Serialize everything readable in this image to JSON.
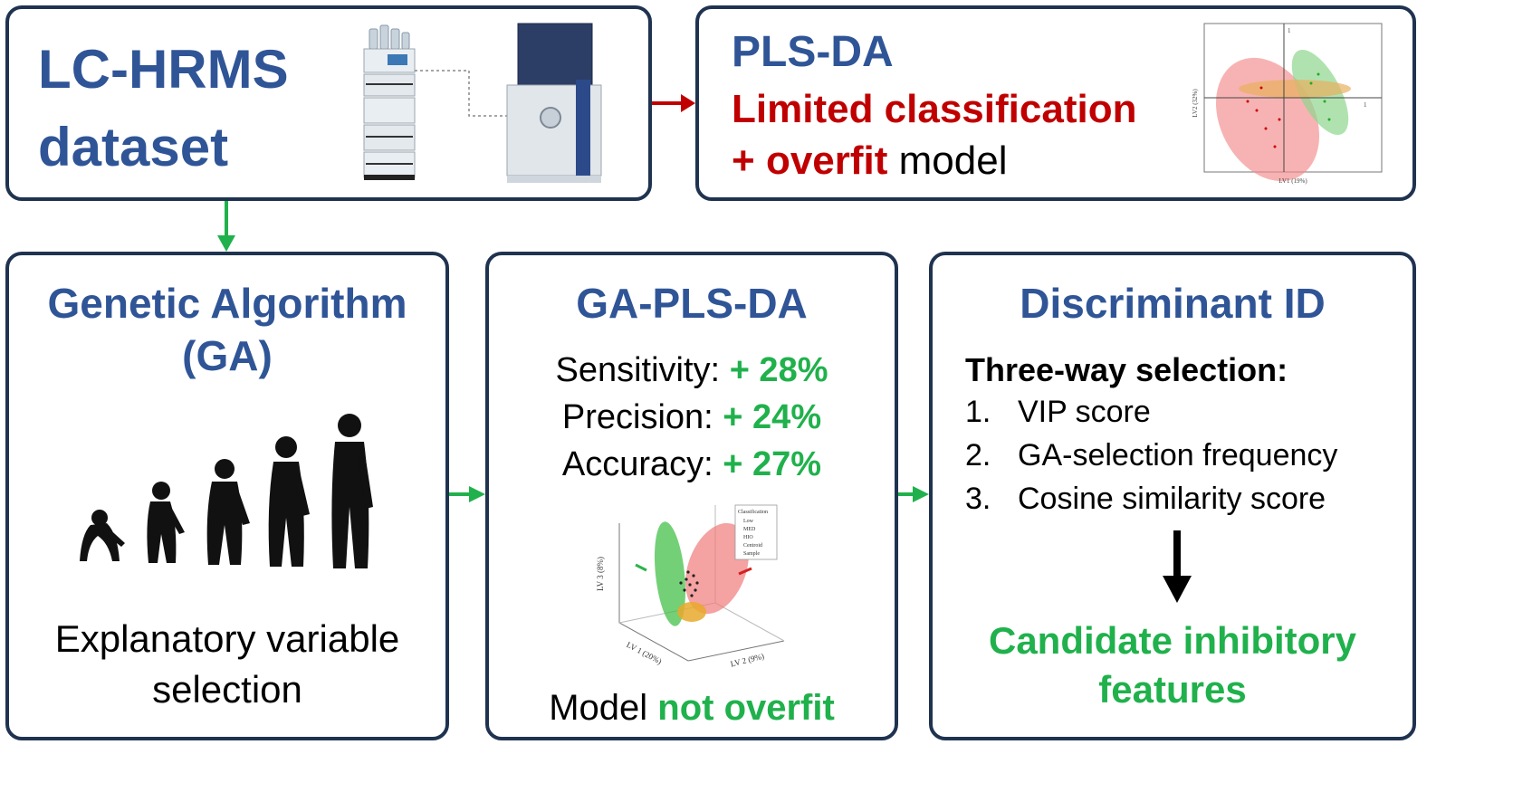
{
  "lchrms": {
    "title_line1": "LC-HRMS",
    "title_line2": "dataset"
  },
  "plsda": {
    "title": "PLS-DA",
    "line1": "Limited classification",
    "line2_plus": "+",
    "line2_overfit": "overfit",
    "line2_model": "model",
    "plot": {
      "ylabel": "LV2 (32%)",
      "xlabel": "LV1 (19%)",
      "tick_y": "1",
      "tick_x": "1"
    }
  },
  "ga": {
    "title_line1": "Genetic Algorithm",
    "title_line2": "(GA)",
    "caption_line1": "Explanatory variable",
    "caption_line2": "selection"
  },
  "gaplsda": {
    "title": "GA-PLS-DA",
    "metrics": [
      {
        "label": "Sensitivity:",
        "value": "+ 28%"
      },
      {
        "label": "Precision:",
        "value": "+ 24%"
      },
      {
        "label": "Accuracy:",
        "value": "+ 27%"
      }
    ],
    "footer_model": "Model",
    "footer_not_overfit": "not overfit",
    "plot": {
      "axis_z": "LV 3 (8%)",
      "axis_x": "LV 1 (20%)",
      "axis_y": "LV 2 (9%)",
      "legend_title": "Classification",
      "legend_items": [
        "Low",
        "MED",
        "HIO",
        "Centroid",
        "Sample"
      ]
    }
  },
  "discriminant": {
    "title": "Discriminant ID",
    "subtitle": "Three-way selection:",
    "items": [
      {
        "num": "1.",
        "text": "VIP score"
      },
      {
        "num": "2.",
        "text": "GA-selection frequency"
      },
      {
        "num": "3.",
        "text": "Cosine similarity score"
      }
    ],
    "result_line1": "Candidate inhibitory",
    "result_line2": "features"
  },
  "colors": {
    "title_blue": "#2f5597",
    "accent_red": "#c00000",
    "accent_green": "#20b14c",
    "border": "#1f3350"
  }
}
